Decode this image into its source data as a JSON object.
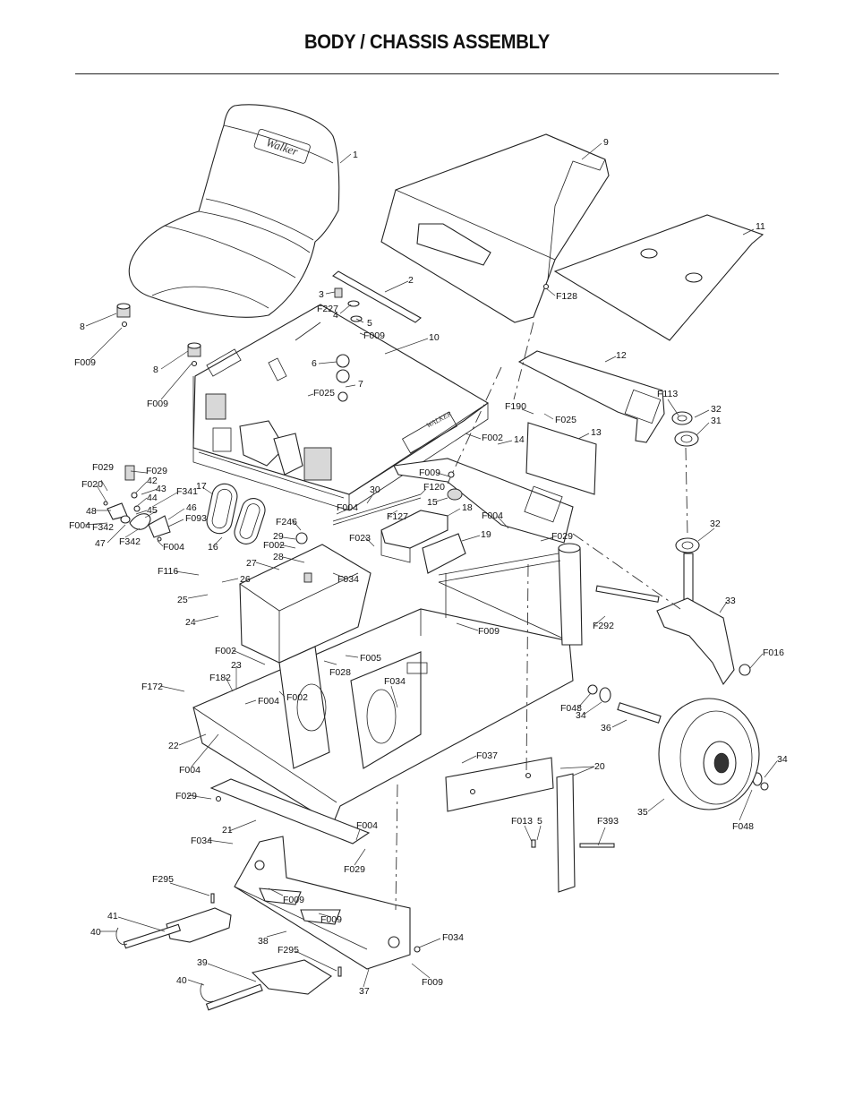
{
  "header": {
    "title": "BODY / CHASSIS ASSEMBLY"
  },
  "decals": {
    "seat_brand": "Walker",
    "body_brand": "WALKER"
  },
  "callouts": [
    "1",
    "2",
    "3",
    "F227",
    "4",
    "5",
    "F009",
    "8",
    "F009",
    "10",
    "8",
    "6",
    "7",
    "F025",
    "F009",
    "9",
    "11",
    "F128",
    "12",
    "F113",
    "32",
    "31",
    "F190",
    "F025",
    "13",
    "F002",
    "14",
    "F009",
    "F120",
    "15",
    "18",
    "F004",
    "F029",
    "19",
    "F029",
    "42",
    "43",
    "F341",
    "F029",
    "F020",
    "48",
    "44",
    "45",
    "46",
    "F093",
    "F004",
    "47",
    "F342",
    "F342",
    "F004",
    "17",
    "16",
    "30",
    "F004",
    "F127",
    "F246",
    "29",
    "F002",
    "28",
    "F023",
    "27",
    "F034",
    "F116",
    "26",
    "25",
    "24",
    "F002",
    "F028",
    "F005",
    "23",
    "F182",
    "F004",
    "F172",
    "F002",
    "F034",
    "F009",
    "32",
    "33",
    "F292",
    "F016",
    "F048",
    "34",
    "36",
    "F037",
    "22",
    "F004",
    "F029",
    "20",
    "34",
    "35",
    "F048",
    "F013",
    "5",
    "F393",
    "F004",
    "21",
    "F034",
    "F029",
    "F295",
    "F009",
    "F009",
    "41",
    "40",
    "38",
    "F295",
    "F034",
    "39",
    "40",
    "37",
    "F009"
  ]
}
